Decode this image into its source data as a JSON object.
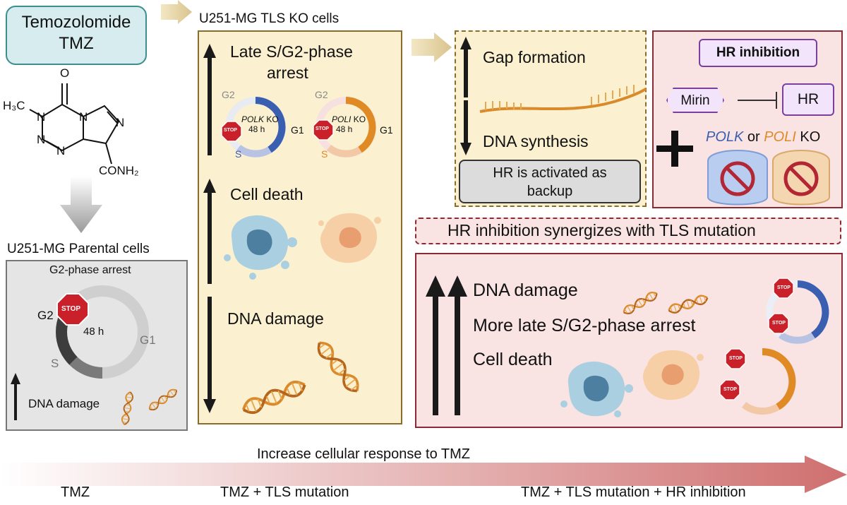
{
  "tmz_box": {
    "line1": "Temozolomide",
    "line2": "TMZ"
  },
  "molecule": {
    "methyl": "H₃C",
    "n": "N",
    "o": "O",
    "conh2": "CONH₂"
  },
  "parental": {
    "title": "U251-MG Parental cells",
    "arrest_title": "G2-phase arrest",
    "g2": "G2",
    "s": "S",
    "g1": "G1",
    "hours": "48 h",
    "stop": "STOP",
    "dna_damage": "DNA damage"
  },
  "tls_ko": {
    "title": "U251-MG TLS KO cells",
    "arrest_title_1": "Late S/G2-phase",
    "arrest_title_2": "arrest",
    "polk": {
      "gene": "POLK",
      "suffix": " KO",
      "hours": "48 h",
      "g2": "G2",
      "g1": "G1",
      "s": "S"
    },
    "poli": {
      "gene": "POLI",
      "suffix": " KO",
      "hours": "48 h",
      "g2": "G2",
      "g1": "G1",
      "s": "S"
    },
    "stop": "STOP",
    "cell_death": "Cell death",
    "dna_damage": "DNA damage"
  },
  "gap": {
    "gap_formation": "Gap formation",
    "dna_synthesis": "DNA synthesis",
    "hr_line1": "HR is activated as",
    "hr_line2": "backup"
  },
  "hr_inhibition": {
    "title": "HR inhibition",
    "mirin": "Mirin",
    "hr": "HR",
    "plus": "+",
    "polk": "POLK",
    "or": " or ",
    "poli": "POLI",
    "ko": " KO"
  },
  "synergy": {
    "banner": "HR inhibition synergizes with TLS mutation",
    "dna_damage": "DNA damage",
    "arrest": "More late S/G2-phase arrest",
    "cell_death": "Cell death",
    "stop": "STOP"
  },
  "bottom": {
    "increase": "Increase cellular response to TMZ",
    "tmz": "TMZ",
    "tmz_tls": "TMZ + TLS mutation",
    "tmz_tls_hr": "TMZ + TLS mutation + HR inhibition"
  },
  "colors": {
    "tmz_box_fill": "#d6ecee",
    "tmz_box_border": "#3a8f8f",
    "tls_panel_fill": "#fbf0d0",
    "tls_panel_border": "#8a6d2b",
    "hr_panel_fill": "#f9e3e3",
    "hr_panel_border": "#8b2a35",
    "parental_fill": "#e5e5e5",
    "hr_inhibition_fill": "#f1e4fb",
    "hr_inhibition_border": "#7b3fa0",
    "polk_blue": "#3a5fb0",
    "poli_orange": "#e08a26",
    "arrow_gradient_start": "#ffffff",
    "arrow_gradient_end": "#cf6f6f"
  }
}
